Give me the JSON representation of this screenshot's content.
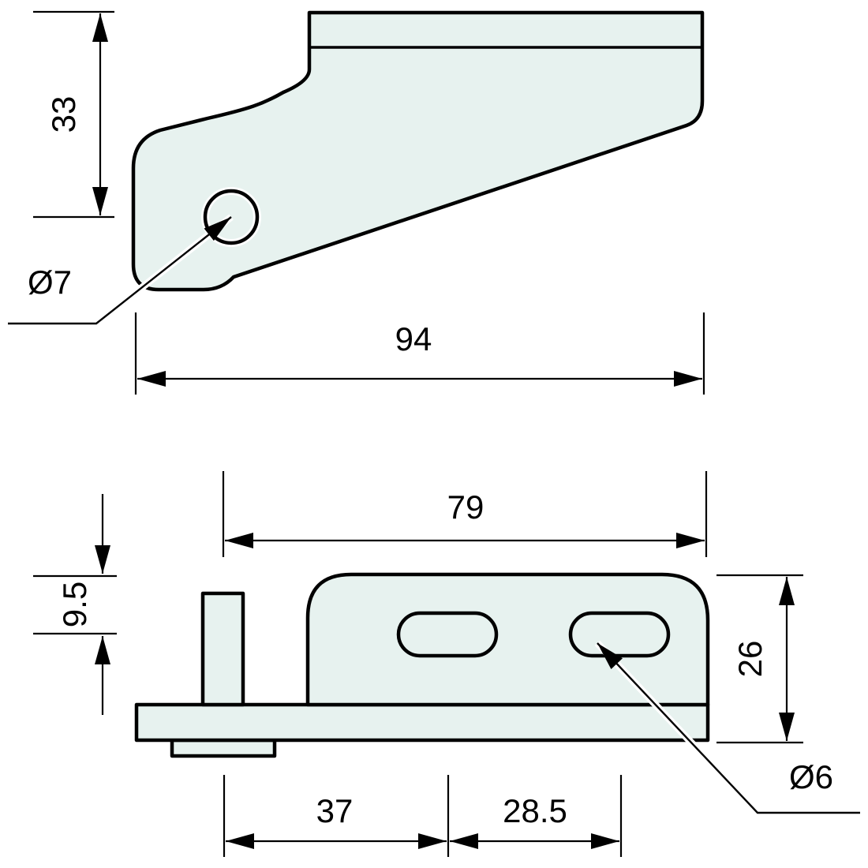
{
  "colors": {
    "background": "#ffffff",
    "part_fill": "#e7f2ef",
    "hole_fill": "#ffffff",
    "line": "#000000"
  },
  "side_view": {
    "height_dim": "33",
    "width_dim": "94",
    "hole_dia": "Ø7"
  },
  "front_view": {
    "width_dim": "79",
    "tab_offset_dim": "9.5",
    "height_dim": "26",
    "slot_left_dim": "37",
    "slot_right_dim": "28.5",
    "slot_dia": "Ø6"
  }
}
